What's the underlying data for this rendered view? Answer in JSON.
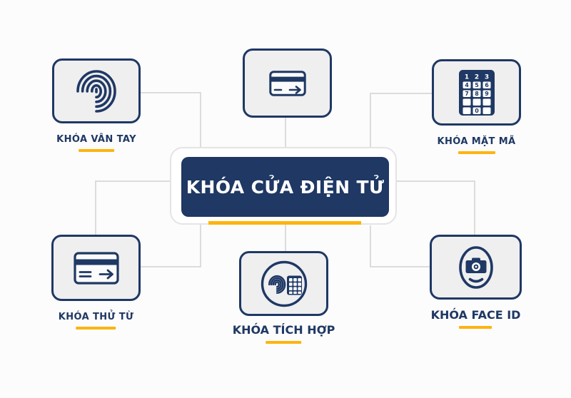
{
  "colors": {
    "navy": "#1f3864",
    "yellow": "#fdb410",
    "box-fill": "#efeff0",
    "line-gray": "#dcdcdc",
    "page-bg": "#fdfcfc",
    "outer-border": "#e4e4e4"
  },
  "center": {
    "title": "KHÓA CỬA ĐIỆN TỬ"
  },
  "nodes": [
    {
      "label": "KHÓA VÂN TAY",
      "icon": "fingerprint-icon"
    },
    {
      "label": "",
      "icon": "swipe-card-icon"
    },
    {
      "label": "KHÓA MẶT MÃ",
      "icon": "keypad-icon"
    },
    {
      "label": "KHÓA THỬ TỪ",
      "icon": "magnetic-card-icon"
    },
    {
      "label": "KHÓA TÍCH HỢP",
      "icon": "fingerprint-keypad-icon"
    },
    {
      "label": "KHÓA FACE ID",
      "icon": "face-camera-icon"
    }
  ],
  "keypad": {
    "digits": [
      "1",
      "2",
      "3",
      "4",
      "5",
      "6",
      "7",
      "8",
      "9",
      "0"
    ]
  }
}
